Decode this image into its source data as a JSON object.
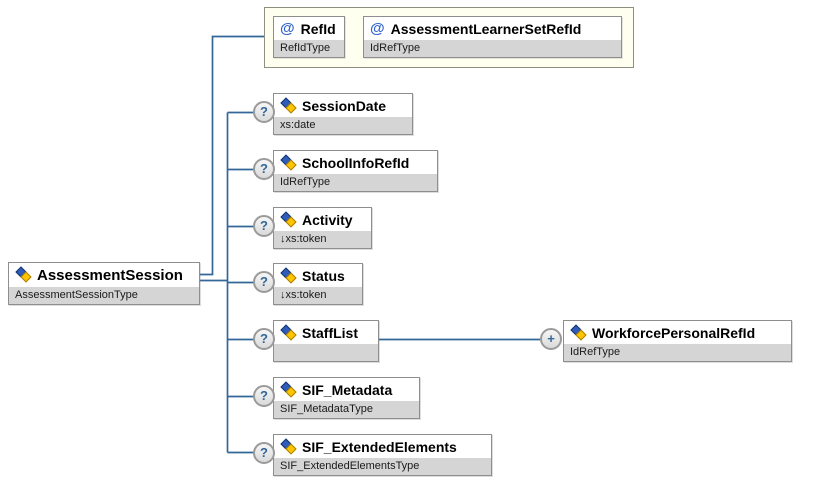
{
  "diagram": {
    "root": {
      "label": "AssessmentSession",
      "type": "AssessmentSessionType"
    },
    "attributes_group": {
      "attributes": [
        {
          "glyph": "@",
          "label": "RefId",
          "type": "RefIdType"
        },
        {
          "glyph": "@",
          "label": "AssessmentLearnerSetRefId",
          "type": "IdRefType"
        }
      ]
    },
    "children": [
      {
        "occurrence": "?",
        "label": "SessionDate",
        "type": "xs:date"
      },
      {
        "occurrence": "?",
        "label": "SchoolInfoRefId",
        "type": "IdRefType"
      },
      {
        "occurrence": "?",
        "label": "Activity",
        "type": "↓xs:token"
      },
      {
        "occurrence": "?",
        "label": "Status",
        "type": "↓xs:token"
      },
      {
        "occurrence": "?",
        "label": "StaffList",
        "type": "",
        "child": {
          "occurrence": "+",
          "label": "WorkforcePersonalRefId",
          "type": "IdRefType"
        }
      },
      {
        "occurrence": "?",
        "label": "SIF_Metadata",
        "type": "SIF_MetadataType"
      },
      {
        "occurrence": "?",
        "label": "SIF_ExtendedElements",
        "type": "SIF_ExtendedElementsType"
      }
    ],
    "colors": {
      "connector": "#336699",
      "box_border": "#8e8e8e",
      "subtitle_bg": "#d5d5d5",
      "attr_group_bg": "#fffff0",
      "attr_group_border": "#8f8f80",
      "icon_blue": "#2e5cb8",
      "icon_yellow": "#fdc500",
      "occurrence_glyph_color": "#336699",
      "attribute_glyph_color": "#3366cc"
    }
  }
}
